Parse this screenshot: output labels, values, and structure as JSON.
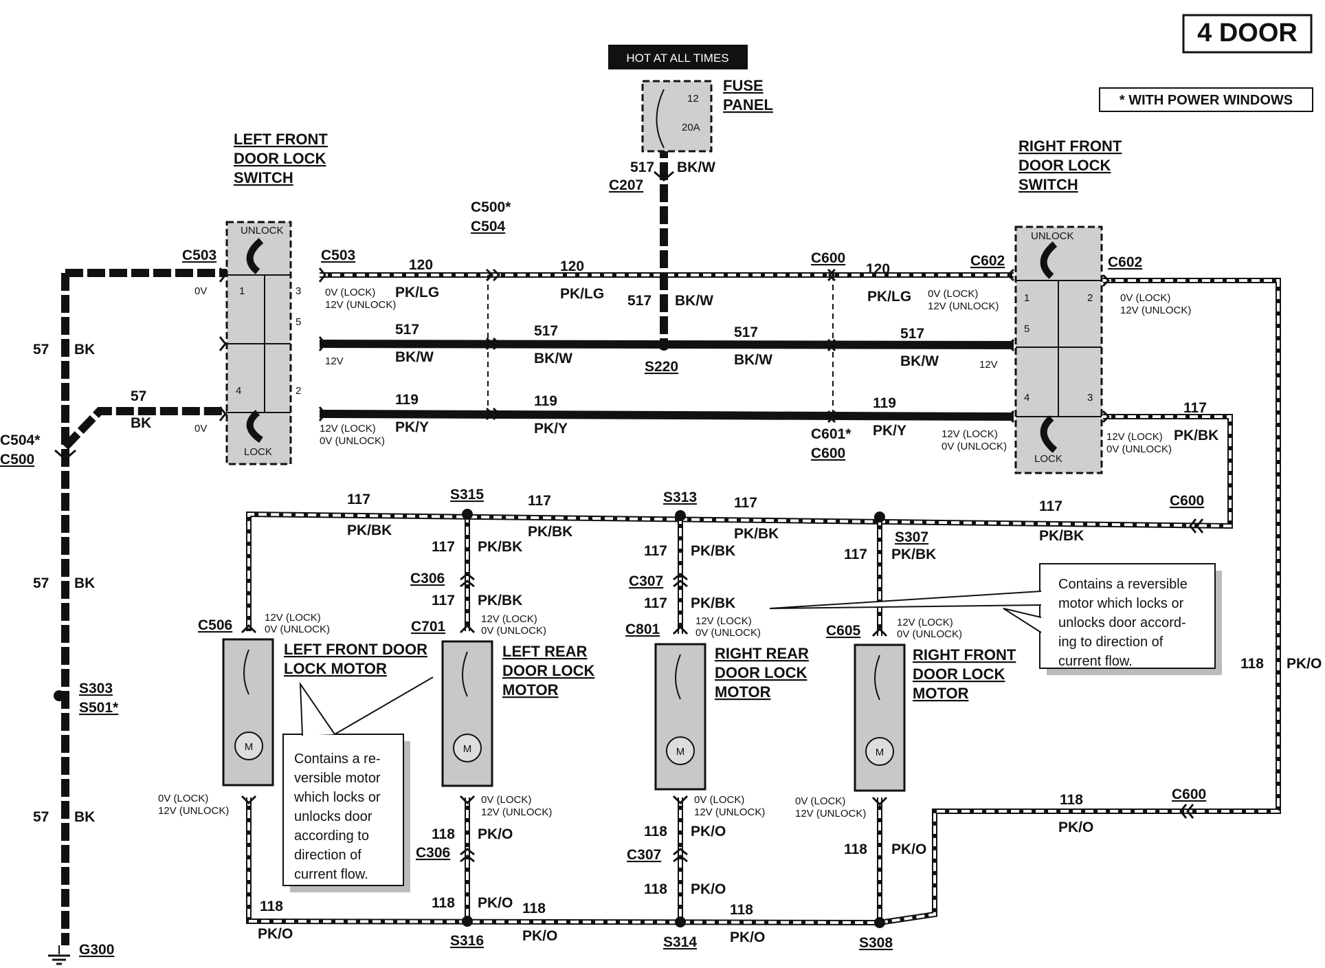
{
  "header": {
    "door_badge": "4 DOOR",
    "power_windows_note": "* WITH POWER WINDOWS",
    "hot_at_all_times": "HOT AT ALL TIMES"
  },
  "fuse": {
    "label_line1": "FUSE",
    "label_line2": "PANEL",
    "number": "12",
    "rating": "20A"
  },
  "switches": {
    "left_front": {
      "line1": "LEFT FRONT",
      "line2": "DOOR LOCK",
      "line3": "SWITCH",
      "unlock": "UNLOCK",
      "lock": "LOCK"
    },
    "right_front": {
      "line1": "RIGHT FRONT",
      "line2": "DOOR LOCK",
      "line3": "SWITCH",
      "unlock": "UNLOCK",
      "lock": "LOCK"
    }
  },
  "motors": {
    "left_front": {
      "line1": "LEFT FRONT DOOR",
      "line2": "LOCK MOTOR"
    },
    "left_rear": {
      "line1": "LEFT REAR",
      "line2": "DOOR LOCK",
      "line3": "MOTOR"
    },
    "right_rear": {
      "line1": "RIGHT REAR",
      "line2": "DOOR LOCK",
      "line3": "MOTOR"
    },
    "right_front": {
      "line1": "RIGHT FRONT",
      "line2": "DOOR LOCK",
      "line3": "MOTOR"
    },
    "symbol": "M"
  },
  "notes": {
    "left": [
      "Contains a re-",
      "versible motor",
      "which locks or",
      "unlocks door",
      "according to",
      "direction of",
      "current flow."
    ],
    "right": [
      "Contains a reversible",
      "motor which locks or",
      "unlocks door accord-",
      "ing to direction of",
      "current flow."
    ]
  },
  "wires": {
    "c120": "120",
    "pk_lg": "PK/LG",
    "c517": "517",
    "bk_w": "BK/W",
    "c119": "119",
    "pk_y": "PK/Y",
    "c117": "117",
    "pk_bk": "PK/BK",
    "c118": "118",
    "pk_o": "PK/O",
    "c57": "57",
    "bk": "BK"
  },
  "connectors": {
    "c503": "C503",
    "c602": "C602",
    "c600": "C600",
    "c601": "C601*",
    "c500star": "C500*",
    "c504": "C504",
    "c504star": "C504*",
    "c500": "C500",
    "c207": "C207",
    "c506": "C506",
    "c701": "C701",
    "c801": "C801",
    "c605": "C605",
    "c306": "C306",
    "c307": "C307"
  },
  "splices": {
    "s220": "S220",
    "s315": "S315",
    "s313": "S313",
    "s307": "S307",
    "s316": "S316",
    "s314": "S314",
    "s308": "S308",
    "s303": "S303",
    "s501": "S501*",
    "g300": "G300"
  },
  "voltages": {
    "v0": "0V",
    "v12": "12V",
    "lock0": "0V (LOCK)",
    "unlock12": "12V (UNLOCK)",
    "lock12": "12V (LOCK)",
    "unlock0": "0V (UNLOCK)"
  },
  "pins": {
    "p1": "1",
    "p2": "2",
    "p3": "3",
    "p4": "4",
    "p5": "5"
  }
}
